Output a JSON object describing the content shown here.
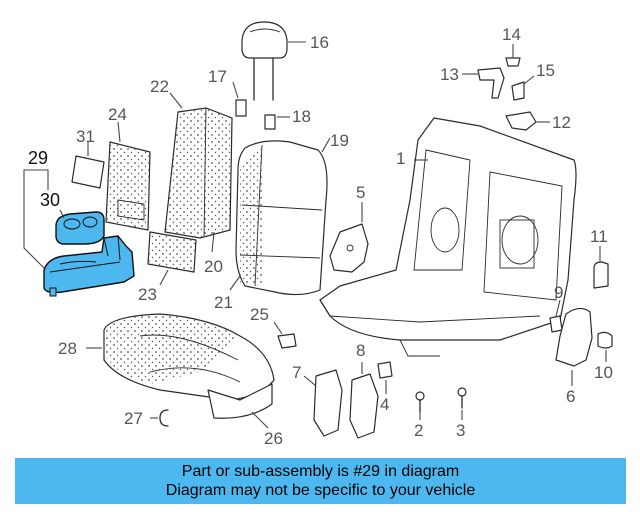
{
  "diagram": {
    "highlight_color": "#4db8ef",
    "callouts": [
      "1",
      "2",
      "3",
      "4",
      "5",
      "6",
      "7",
      "8",
      "9",
      "10",
      "11",
      "12",
      "13",
      "14",
      "15",
      "16",
      "17",
      "18",
      "19",
      "20",
      "21",
      "22",
      "23",
      "24",
      "25",
      "26",
      "27",
      "28",
      "29",
      "30",
      "31"
    ],
    "highlighted_part": "29"
  },
  "banner": {
    "line1": "Part or sub-assembly is #29 in diagram",
    "line2": "Diagram may not be specific to your vehicle",
    "color": "#4db8ef"
  }
}
